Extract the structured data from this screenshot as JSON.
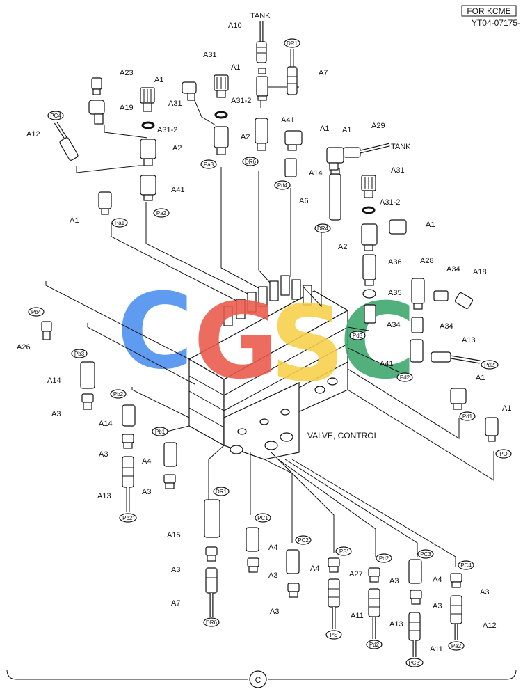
{
  "header": {
    "brand_box": "FOR KCME",
    "code": "YT04-07175-"
  },
  "watermark": {
    "letters": [
      "C",
      "G",
      "S",
      "C"
    ],
    "colors": [
      "#4a8ff0",
      "#ea5a4a",
      "#f6d04a",
      "#3aa66a"
    ]
  },
  "title": "VALVE, CONTROL",
  "footer_symbol": "C",
  "labels": {
    "tank_top": "TANK",
    "tank_right": "TANK",
    "a1": "A1",
    "a2": "A2",
    "a3": "A3",
    "a4": "A4",
    "a6": "A6",
    "a7": "A7",
    "a10": "A10",
    "a11": "A11",
    "a12": "A12",
    "a13": "A13",
    "a14": "A14",
    "a15": "A15",
    "a18": "A18",
    "a19": "A19",
    "a23": "A23",
    "a26": "A26",
    "a27": "A27",
    "a28": "A28",
    "a29": "A29",
    "a31": "A31",
    "a31_2": "A31-2",
    "a34": "A34",
    "a35": "A35",
    "a36": "A36",
    "a41": "A41"
  },
  "tags": {
    "dr1": "DR1",
    "dr6": "DR6",
    "pc1": "PC1",
    "pc2": "PC2",
    "pc3": "PC3",
    "pc4": "PC4",
    "pa1": "Pa1",
    "pa2": "Pa2",
    "pa3": "Pa3",
    "pb1": "Pb1",
    "pb2": "Pb2",
    "pb3": "Pb3",
    "pb4": "Pb4",
    "pd1": "Pd1",
    "pd2": "Pd2",
    "pd3": "Pd3",
    "pd4": "Pd4",
    "dr4": "DR4",
    "ps": "PS",
    "po": "PO",
    "ps_prime": "PS'",
    "pb2_prime": "Pb2'",
    "pd2_prime": "Pd2'",
    "pc3_prime": "PC3'"
  }
}
